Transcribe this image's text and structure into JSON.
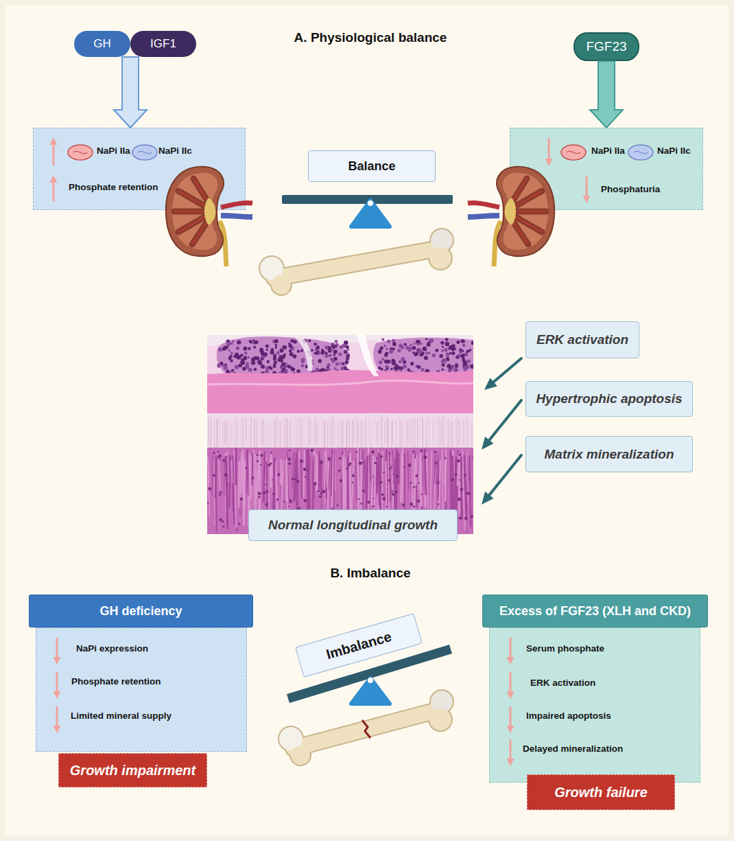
{
  "diagram": {
    "nodes": [
      {
        "text": [
          "GH"
        ]
      },
      {
        "text": [
          "IGF1"
        ]
      },
      {
        "text": [
          "FGF23"
        ]
      },
      {
        "text": [
          "NaPi IIa",
          "NaPi IIc",
          "Phosphate retention"
        ]
      },
      {
        "text": [
          "Balance"
        ]
      },
      {
        "text": [
          "NaPi IIa",
          "NaPi IIc",
          "Phosphaturia"
        ]
      },
      {
        "text": [
          "ERK activation"
        ]
      },
      {
        "text": [
          "Hypertrophic apoptosis"
        ]
      },
      {
        "text": [
          "Matrix mineralization"
        ]
      },
      {
        "text": [
          "Normal longitudinal growth"
        ]
      },
      {
        "text": [
          "GH deficiency"
        ]
      },
      {
        "text": [
          "NaPi expression",
          "Phosphate retention",
          "Limited mineral supply"
        ]
      },
      {
        "text": [
          "Growth impairment"
        ]
      },
      {
        "text": [
          "Imbalance"
        ]
      },
      {
        "text": [
          "Excess of FGF23 (XLH and CKD)"
        ]
      },
      {
        "text": [
          "Serum phosphate",
          "ERK activation",
          "Impaired apoptosis",
          "Delayed mineralization"
        ]
      },
      {
        "text": [
          "Growth failure"
        ]
      }
    ],
    "edges": [
      {
        "from": 0,
        "to": 3,
        "arrow": "to"
      },
      {
        "from": 1,
        "to": 3,
        "arrow": "to"
      },
      {
        "from": 2,
        "to": 5,
        "arrow": "to"
      }
    ],
    "labels": [
      "A. Physiological balance",
      "B. Imbalance"
    ]
  }
}
